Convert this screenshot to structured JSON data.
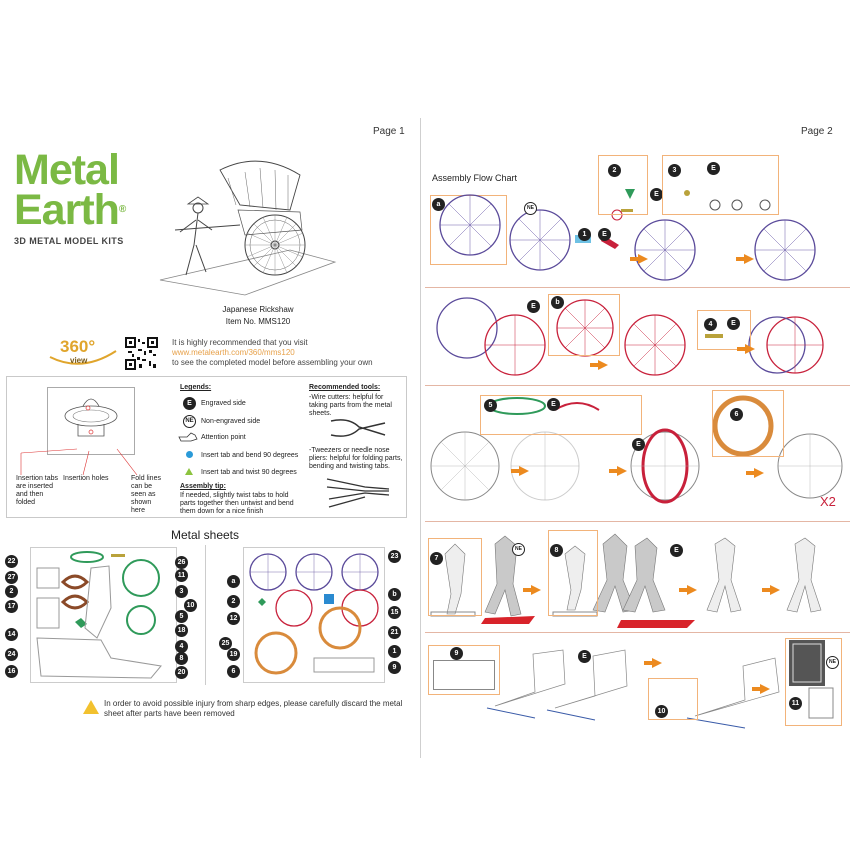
{
  "page1": {
    "page_label": "Page 1",
    "logo": {
      "line1": "Metal",
      "line2": "Earth",
      "registered": "®",
      "subtitle": "3D METAL MODEL KITS"
    },
    "model_name": "Japanese Rickshaw",
    "item_no": "Item No. MMS120",
    "view360": {
      "badge": "360°",
      "badge_sub": "view",
      "line1": "It is highly recommended that you visit",
      "url": "www.metalearth.com/360/mms120",
      "line3": "to see the completed model before assembling your own"
    },
    "diagram_labels": {
      "insertion_tabs": "Insertion tabs are inserted and then folded",
      "insertion_holes": "Insertion holes",
      "fold_lines": "Fold lines can be seen as shown here"
    },
    "legends": {
      "title": "Legends:",
      "items": [
        {
          "icon": "E",
          "label": "Engraved side"
        },
        {
          "icon": "NE",
          "label": "Non-engraved side"
        },
        {
          "icon": "hand-icon",
          "label": "Attention point"
        },
        {
          "icon": "blue-dot-icon",
          "label": "Insert tab and bend 90 degrees"
        },
        {
          "icon": "green-triangle-icon",
          "label": "Insert tab and twist 90 degrees"
        }
      ],
      "tip_title": "Assembly tip:",
      "tip_text": "If needed, slightly twist tabs to hold parts together then untwist and bend them down for a nice finish"
    },
    "tools": {
      "title": "Recommended tools:",
      "items": [
        "-Wire cutters: helpful for taking parts from the metal sheets.",
        "-Tweezers or needle nose pliers: helpful for folding parts, bending and twisting tabs."
      ]
    },
    "metal_sheets": {
      "title": "Metal sheets",
      "left_numbers": [
        "22",
        "27",
        "2",
        "17",
        "14",
        "24",
        "16"
      ],
      "left_right_numbers": [
        "26",
        "11",
        "3",
        "10",
        "5",
        "18",
        "4",
        "8",
        "20"
      ],
      "right_left_numbers": [
        "a",
        "2",
        "12",
        "25",
        "19",
        "6"
      ],
      "right_right_numbers": [
        "23",
        "b",
        "15",
        "21",
        "1",
        "9"
      ]
    },
    "warning": "In order to avoid possible injury from sharp edges, please carefully discard the metal sheet after parts have been removed"
  },
  "page2": {
    "page_label": "Page 2",
    "flow_title": "Assembly Flow Chart",
    "row1": {
      "steps": [
        "a",
        "1",
        "2",
        "3"
      ],
      "markers": [
        "NE",
        "E",
        "E",
        "E"
      ]
    },
    "row2": {
      "steps": [
        "b",
        "4"
      ],
      "markers": [
        "E",
        "E"
      ]
    },
    "row3": {
      "steps": [
        "5",
        "6"
      ],
      "markers": [
        "E",
        "E"
      ],
      "multiplier": "X2"
    },
    "row4": {
      "steps": [
        "7",
        "8"
      ],
      "markers": [
        "NE",
        "E"
      ]
    },
    "row5": {
      "steps": [
        "9",
        "10",
        "11"
      ],
      "markers": [
        "E",
        "NE"
      ]
    }
  },
  "colors": {
    "brand_green": "#7bb944",
    "accent_orange": "#ec8a1f",
    "wheel_purple": "#5a4a9a",
    "wheel_red": "#c8213b",
    "copper": "#d98b3c",
    "green_part": "#2f9a5a"
  }
}
